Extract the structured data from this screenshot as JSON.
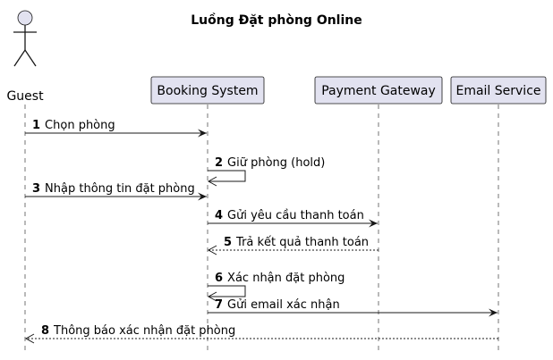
{
  "title": "Luồng Đặt phòng Online",
  "participants": [
    {
      "id": "guest",
      "label": "Guest",
      "kind": "actor"
    },
    {
      "id": "booking",
      "label": "Booking System",
      "kind": "box"
    },
    {
      "id": "payment",
      "label": "Payment Gateway",
      "kind": "box"
    },
    {
      "id": "email",
      "label": "Email Service",
      "kind": "box"
    }
  ],
  "messages": [
    {
      "num": "1",
      "label": "Chọn phòng",
      "from": "guest",
      "to": "booking",
      "style": "solid"
    },
    {
      "num": "2",
      "label": "Giữ phòng (hold)",
      "from": "booking",
      "to": "booking",
      "style": "solid"
    },
    {
      "num": "3",
      "label": "Nhập thông tin đặt phòng",
      "from": "guest",
      "to": "booking",
      "style": "solid"
    },
    {
      "num": "4",
      "label": "Gửi yêu cầu thanh toán",
      "from": "booking",
      "to": "payment",
      "style": "solid"
    },
    {
      "num": "5",
      "label": "Trả kết quả thanh toán",
      "from": "payment",
      "to": "booking",
      "style": "dashed"
    },
    {
      "num": "6",
      "label": "Xác nhận đặt phòng",
      "from": "booking",
      "to": "booking",
      "style": "solid"
    },
    {
      "num": "7",
      "label": "Gửi email xác nhận",
      "from": "booking",
      "to": "email",
      "style": "solid"
    },
    {
      "num": "8",
      "label": "Thông báo xác nhận đặt phòng",
      "from": "email",
      "to": "guest",
      "style": "dashed"
    }
  ],
  "colors": {
    "box_fill": "#E2E2F0",
    "line": "#181818"
  }
}
